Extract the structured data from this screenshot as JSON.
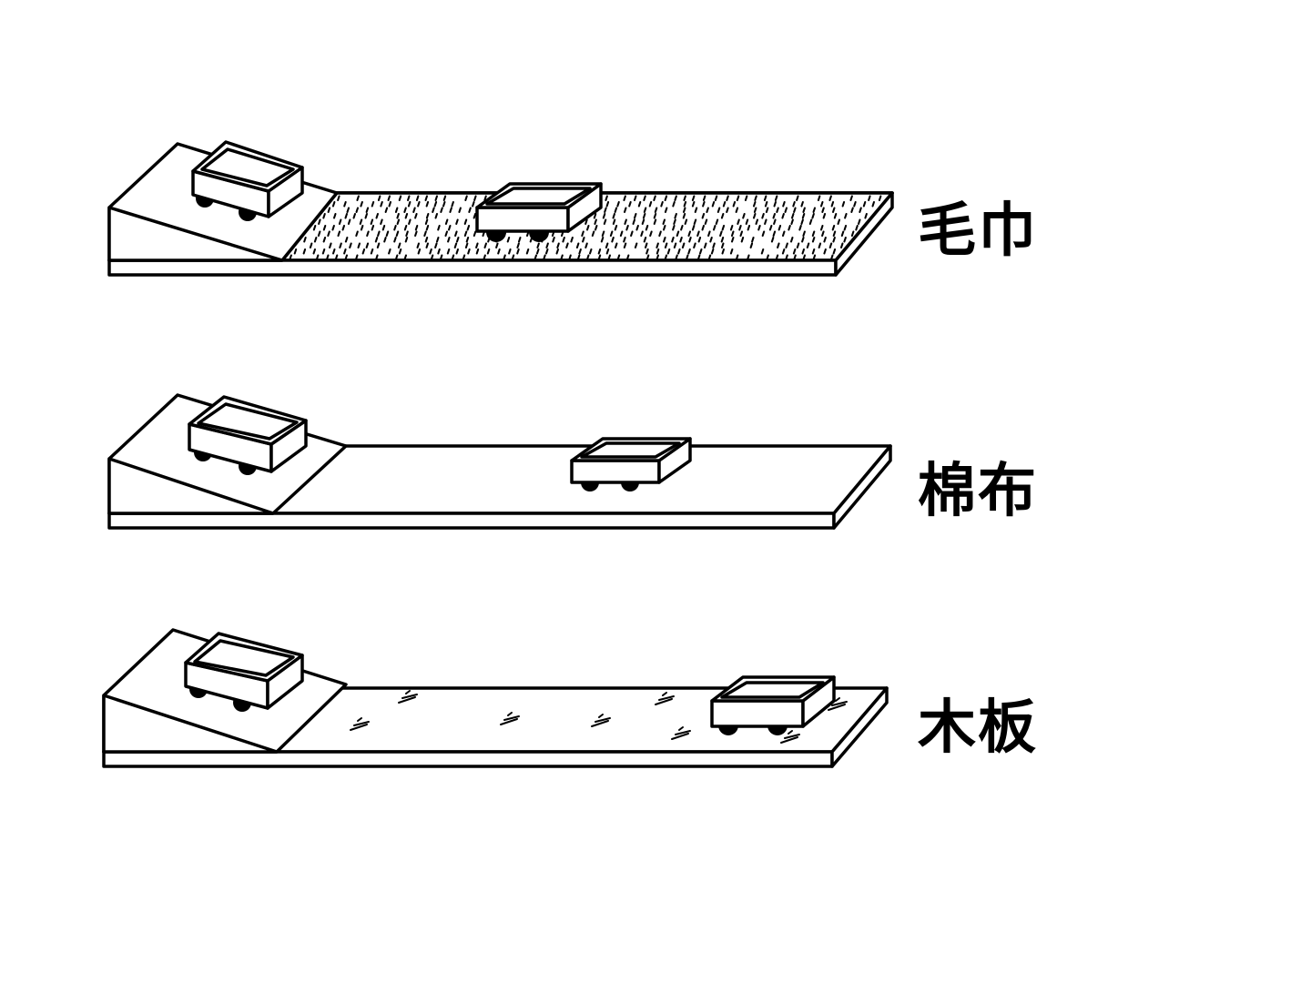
{
  "labels": {
    "towel": "毛巾",
    "cotton": "棉布",
    "wood": "木板"
  },
  "colors": {
    "line": "#000000",
    "background": "#ffffff"
  }
}
